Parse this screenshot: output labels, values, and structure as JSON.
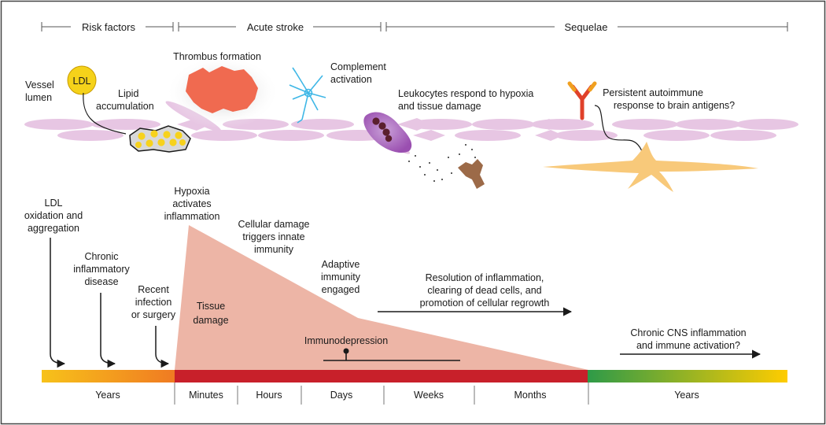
{
  "phases": {
    "risk_factors": "Risk factors",
    "acute_stroke": "Acute stroke",
    "sequelae": "Sequelae"
  },
  "vessel": {
    "lumen": [
      "Vessel",
      "lumen"
    ],
    "ldl": "LDL",
    "lipid_accumulation": [
      "Lipid",
      "accumulation"
    ],
    "thrombus_formation": "Thrombus formation",
    "complement_activation": [
      "Complement",
      "activation"
    ],
    "leukocytes": [
      "Leukocytes respond to hypoxia",
      "and tissue damage"
    ],
    "autoimmune": [
      "Persistent autoimmune",
      "response to brain antigens?"
    ]
  },
  "events": {
    "ldl_oxidation": [
      "LDL",
      "oxidation and",
      "aggregation"
    ],
    "chronic_inflammatory": [
      "Chronic",
      "inflammatory",
      "disease"
    ],
    "recent_infection": [
      "Recent",
      "infection",
      "or surgery"
    ],
    "hypoxia": [
      "Hypoxia",
      "activates",
      "inflammation"
    ],
    "cellular_damage": [
      "Cellular damage",
      "triggers innate",
      "immunity"
    ],
    "adaptive_immunity": [
      "Adaptive",
      "immunity",
      "engaged"
    ],
    "resolution": [
      "Resolution of inflammation,",
      "clearing of dead cells, and",
      "promotion of cellular regrowth"
    ],
    "tissue_damage": [
      "Tissue",
      "damage"
    ],
    "immunodepression": "Immunodepression",
    "chronic_cns": [
      "Chronic CNS inflammation",
      "and immune activation?"
    ]
  },
  "timeline": [
    "Years",
    "Minutes",
    "Hours",
    "Days",
    "Weeks",
    "Months",
    "Years"
  ],
  "colors": {
    "timeline_left_start": "#f7c21a",
    "timeline_left_end": "#f07a22",
    "timeline_mid": "#c8202a",
    "timeline_right_start": "#2e9a48",
    "timeline_right_end": "#ffcc00",
    "triangle": "#edb5a6",
    "vessel_cell": "#e7c6e3",
    "thrombus": "#f06a50",
    "ldl": "#f5d21a",
    "complement": "#3fb7e6",
    "leukocyte": "#9a4fb0",
    "neuron": "#f8c97a",
    "antibody": "#e0412a"
  }
}
